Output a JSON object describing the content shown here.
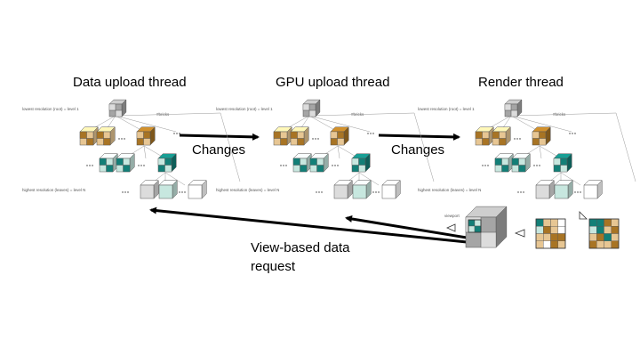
{
  "titles": {
    "data_upload": "Data upload thread",
    "gpu_upload": "GPU upload thread",
    "render": "Render thread"
  },
  "arrows": {
    "changes_1": "Changes",
    "changes_2": "Changes",
    "request_line1": "View-based data",
    "request_line2": "request"
  },
  "tree_labels": {
    "top": "lowest resolution (root) = level 1",
    "bottom": "highest resolution (leaves) = level N",
    "bricks": "#bricks"
  },
  "viewport_label": "viewport",
  "colors": {
    "brown": "#a87424",
    "tan": "#e7c693",
    "teal": "#137f77",
    "light_teal": "#c7e7df",
    "gray": "#a5a5a5",
    "light_gray": "#dcdcdc"
  }
}
